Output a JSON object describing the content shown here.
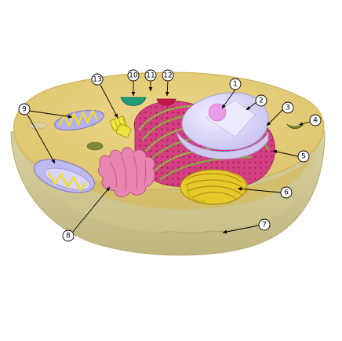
{
  "callouts": [
    "1",
    "2",
    "3",
    "4",
    "5",
    "6",
    "7",
    "8",
    "9",
    "10",
    "11",
    "12",
    "13"
  ],
  "colors": {
    "cytoplasm": "#e6cf7d",
    "cytoplasm_edge": "#d1b65a",
    "membrane_outer": "#d8d1a0",
    "membrane_shade": "#c4bb86",
    "nucleus": "#d9d3f2",
    "nucleus_edge": "#a99fd6",
    "nucleolus": "#e79ae8",
    "rough_er": "#d63f83",
    "er_ribbon": "#8caa3b",
    "golgi": "#e8c92a",
    "golgi_edge": "#a08a0b",
    "smooth_er": "#e884b0",
    "mitochondrion": "#b9b3ee",
    "mito_crista": "#f5e01c",
    "vesicle_green": "#1e9b78",
    "vesicle_red": "#c8184a",
    "vacuole": "#7d8a3a",
    "centriole": "#e8e23a",
    "leader": "#000000"
  }
}
